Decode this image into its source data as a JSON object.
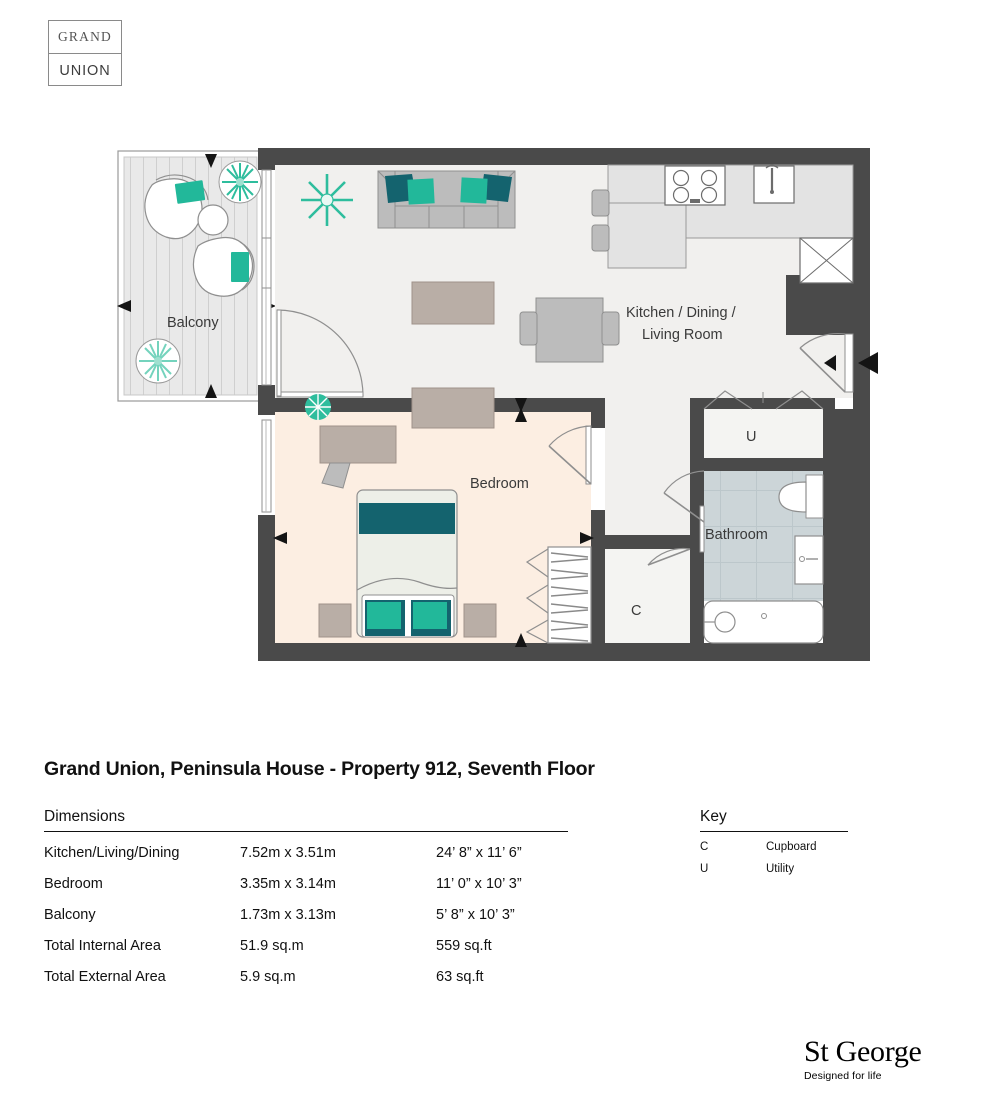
{
  "brand": {
    "logo_top": "GRAND",
    "logo_bottom": "UNION"
  },
  "plan": {
    "title": "Grand Union, Peninsula House - Property 912, Seventh Floor",
    "room_labels": {
      "balcony": "Balcony",
      "kitchen_line1": "Kitchen / Dining /",
      "kitchen_line2": "Living Room",
      "bedroom": "Bedroom",
      "bathroom": "Bathroom",
      "cupboard_code": "C",
      "utility_code": "U"
    },
    "colors": {
      "wall": "#4a4a4a",
      "floor_main": "#f1f0ee",
      "floor_bedroom": "#fceee2",
      "floor_bathroom": "#ccd5d8",
      "balcony_deck": "#e9e9e9",
      "furniture_grey": "#bcbcbc",
      "furniture_taupe": "#b9aea6",
      "accent_teal": "#22b89a",
      "accent_teal_dark": "#14636e",
      "outline": "#8f8f8f"
    }
  },
  "dimensions": {
    "heading": "Dimensions",
    "rows": [
      {
        "room": "Kitchen/Living/Dining",
        "metric": "7.52m x 3.51m",
        "imperial": "24’ 8” x 11’ 6”"
      },
      {
        "room": "Bedroom",
        "metric": "3.35m x 3.14m",
        "imperial": "11’ 0” x 10’ 3”"
      },
      {
        "room": "Balcony",
        "metric": "1.73m x 3.13m",
        "imperial": "5’ 8” x 10’ 3”"
      },
      {
        "room": "Total Internal Area",
        "metric": "51.9 sq.m",
        "imperial": "559 sq.ft"
      },
      {
        "room": "Total External Area",
        "metric": "5.9 sq.m",
        "imperial": "63 sq.ft"
      }
    ]
  },
  "key": {
    "heading": "Key",
    "rows": [
      {
        "code": "C",
        "meaning": "Cupboard"
      },
      {
        "code": "U",
        "meaning": "Utility"
      }
    ]
  },
  "developer": {
    "name": "St George",
    "tagline": "Designed for life"
  }
}
